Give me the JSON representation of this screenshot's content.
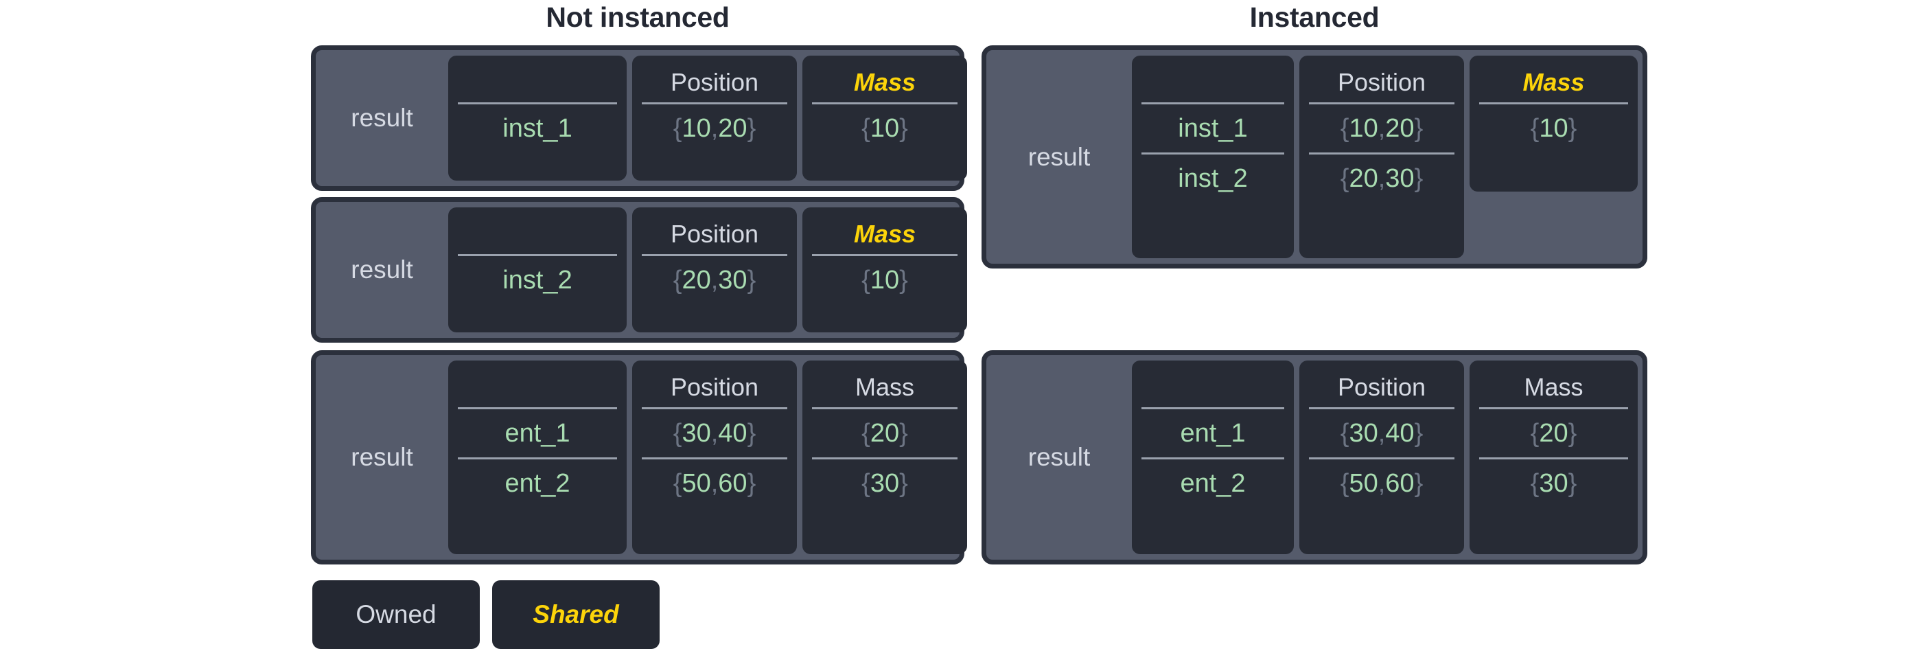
{
  "colors": {
    "page_bg": "#ffffff",
    "title": "#242833",
    "card_border": "#2b303c",
    "card_bg": "#555b6b",
    "col_bg": "#272b35",
    "header_text": "#d6dae3",
    "value_green": "#a9dcb1",
    "shared_yellow": "#fcd40a",
    "brace_gray": "#6d7584",
    "divider": "#9aa1ad"
  },
  "titles": {
    "left": "Not instanced",
    "right": "Instanced"
  },
  "legend": {
    "items": [
      {
        "label": "Owned",
        "style": "owned"
      },
      {
        "label": "Shared",
        "style": "shared"
      }
    ]
  },
  "headers": {
    "blank": "",
    "id": "",
    "position": "Position",
    "mass": "Mass",
    "result": "result"
  },
  "tables": {
    "left": [
      {
        "name": "not-instanced-inst1",
        "label": "result",
        "columns": [
          {
            "name": "id",
            "header": "",
            "shared": false,
            "rows": [
              "inst_1"
            ]
          },
          {
            "name": "position",
            "header": "Position",
            "shared": false,
            "rows": [
              "{10, 20}"
            ]
          },
          {
            "name": "mass",
            "header": "Mass",
            "shared": true,
            "rows": [
              "{10}"
            ]
          }
        ]
      },
      {
        "name": "not-instanced-inst2",
        "label": "result",
        "columns": [
          {
            "name": "id",
            "header": "",
            "shared": false,
            "rows": [
              "inst_2"
            ]
          },
          {
            "name": "position",
            "header": "Position",
            "shared": false,
            "rows": [
              "{20, 30}"
            ]
          },
          {
            "name": "mass",
            "header": "Mass",
            "shared": true,
            "rows": [
              "{10}"
            ]
          }
        ]
      },
      {
        "name": "not-instanced-entities",
        "label": "result",
        "columns": [
          {
            "name": "id",
            "header": "",
            "shared": false,
            "rows": [
              "ent_1",
              "ent_2"
            ]
          },
          {
            "name": "position",
            "header": "Position",
            "shared": false,
            "rows": [
              "{30, 40}",
              "{50, 60}"
            ]
          },
          {
            "name": "mass",
            "header": "Mass",
            "shared": false,
            "rows": [
              "{20}",
              "{30}"
            ]
          }
        ]
      }
    ],
    "right": [
      {
        "name": "instanced-insts",
        "label": "result",
        "columns": [
          {
            "name": "id",
            "header": "",
            "shared": false,
            "rows": [
              "inst_1",
              "inst_2"
            ]
          },
          {
            "name": "position",
            "header": "Position",
            "shared": false,
            "rows": [
              "{10, 20}",
              "{20, 30}"
            ]
          },
          {
            "name": "mass",
            "header": "Mass",
            "shared": true,
            "rows": [
              "{10}"
            ]
          }
        ]
      },
      {
        "name": "instanced-entities",
        "label": "result",
        "columns": [
          {
            "name": "id",
            "header": "",
            "shared": false,
            "rows": [
              "ent_1",
              "ent_2"
            ]
          },
          {
            "name": "position",
            "header": "Position",
            "shared": false,
            "rows": [
              "{30, 40}",
              "{50, 60}"
            ]
          },
          {
            "name": "mass",
            "header": "Mass",
            "shared": false,
            "rows": [
              "{20}",
              "{30}"
            ]
          }
        ]
      }
    ]
  }
}
